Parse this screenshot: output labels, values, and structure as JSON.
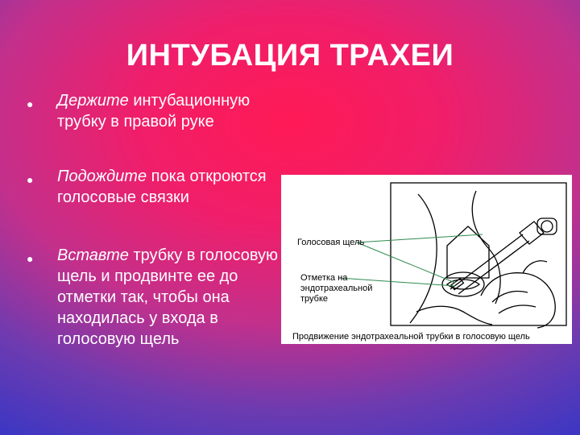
{
  "slide": {
    "title": "ИНТУБАЦИЯ ТРАХЕИ",
    "bullet_symbol": "●",
    "bullets": [
      {
        "emphasis": "Держите",
        "rest": " интубационную трубку в правой руке"
      },
      {
        "emphasis": "Подождите",
        "rest": " пока откроются голосовые связки"
      },
      {
        "emphasis": "Вставте",
        "rest": " трубку в голосовую щель и продвинте ее до отметки так, чтобы она находилась у входа в голосовую щель"
      }
    ]
  },
  "figure": {
    "label_glottis": "Голосовая щель",
    "label_mark": "Отметка на эндотрахеальной трубке",
    "caption": "Продвижение эндотрахеальной трубки в голосовую щель"
  },
  "colors": {
    "background_center": "#ff1a55",
    "background_edge": "#3a36c4",
    "text": "#ffffff"
  }
}
